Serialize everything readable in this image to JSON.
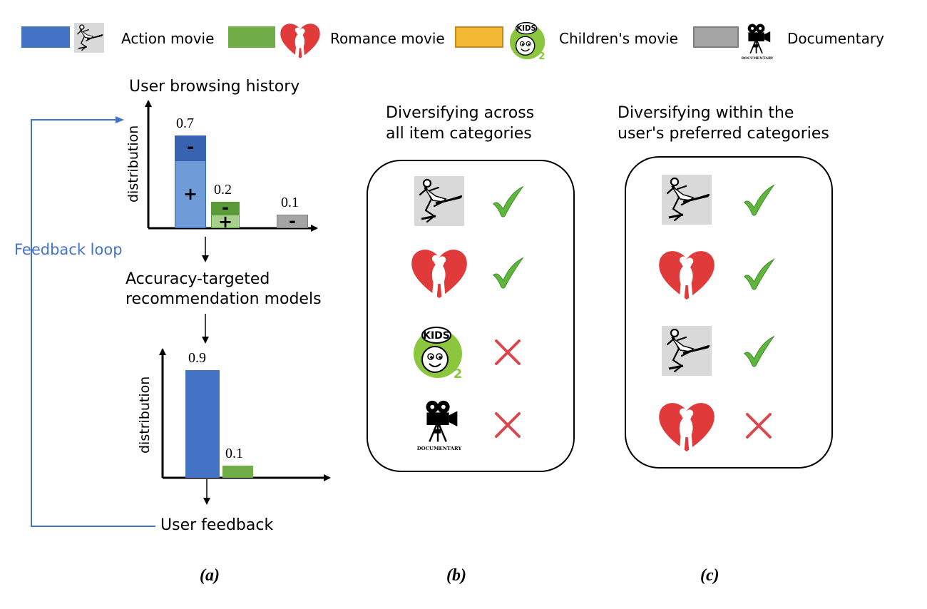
{
  "legend": [
    {
      "label": "Action movie",
      "color": "#4472c4",
      "icon": "karate-kick-icon"
    },
    {
      "label": "Romance movie",
      "color": "#70ad47",
      "icon": "heart-couple-icon"
    },
    {
      "label": "Children's movie",
      "color": "#f4b934",
      "icon": "kids-face-icon"
    },
    {
      "label": "Documentary",
      "color": "#a5a5a5",
      "icon": "film-camera-icon"
    }
  ],
  "panel_a": {
    "history_title": "User browsing history",
    "model_title_line1": "Accuracy-targeted",
    "model_title_line2": "recommendation models",
    "feedback_title": "User feedback",
    "feedback_loop": "Feedback loop",
    "ylabel": "distribution",
    "minus": "-",
    "plus": "+",
    "label": "(a)"
  },
  "panel_b": {
    "title_line1": "Diversifying across",
    "title_line2": "all item categories",
    "items": [
      {
        "icon": "karate-kick-icon",
        "mark": "check"
      },
      {
        "icon": "heart-couple-icon",
        "mark": "check"
      },
      {
        "icon": "kids-face-icon",
        "mark": "cross"
      },
      {
        "icon": "film-camera-icon",
        "mark": "cross"
      }
    ],
    "label": "(b)"
  },
  "panel_c": {
    "title_line1": "Diversifying within the",
    "title_line2": "user's preferred categories",
    "items": [
      {
        "icon": "karate-kick-icon",
        "mark": "check"
      },
      {
        "icon": "heart-couple-icon",
        "mark": "check"
      },
      {
        "icon": "karate-kick-icon",
        "mark": "check"
      },
      {
        "icon": "heart-couple-icon",
        "mark": "cross"
      }
    ],
    "label": "(c)"
  },
  "icon_text": {
    "kids": "KIDS",
    "kids_num": "2",
    "documentary": "DOCUMENTARY"
  },
  "chart_data": [
    {
      "type": "bar",
      "title": "User browsing history",
      "ylabel": "distribution",
      "categories": [
        "Action movie",
        "Romance movie",
        "Documentary"
      ],
      "values": [
        0.7,
        0.2,
        0.1
      ],
      "value_labels": [
        "0.7",
        "0.2",
        "0.1"
      ]
    },
    {
      "type": "bar",
      "title": "User feedback",
      "ylabel": "distribution",
      "categories": [
        "Action movie",
        "Romance movie"
      ],
      "values": [
        0.9,
        0.1
      ],
      "value_labels": [
        "0.9",
        "0.1"
      ]
    }
  ]
}
